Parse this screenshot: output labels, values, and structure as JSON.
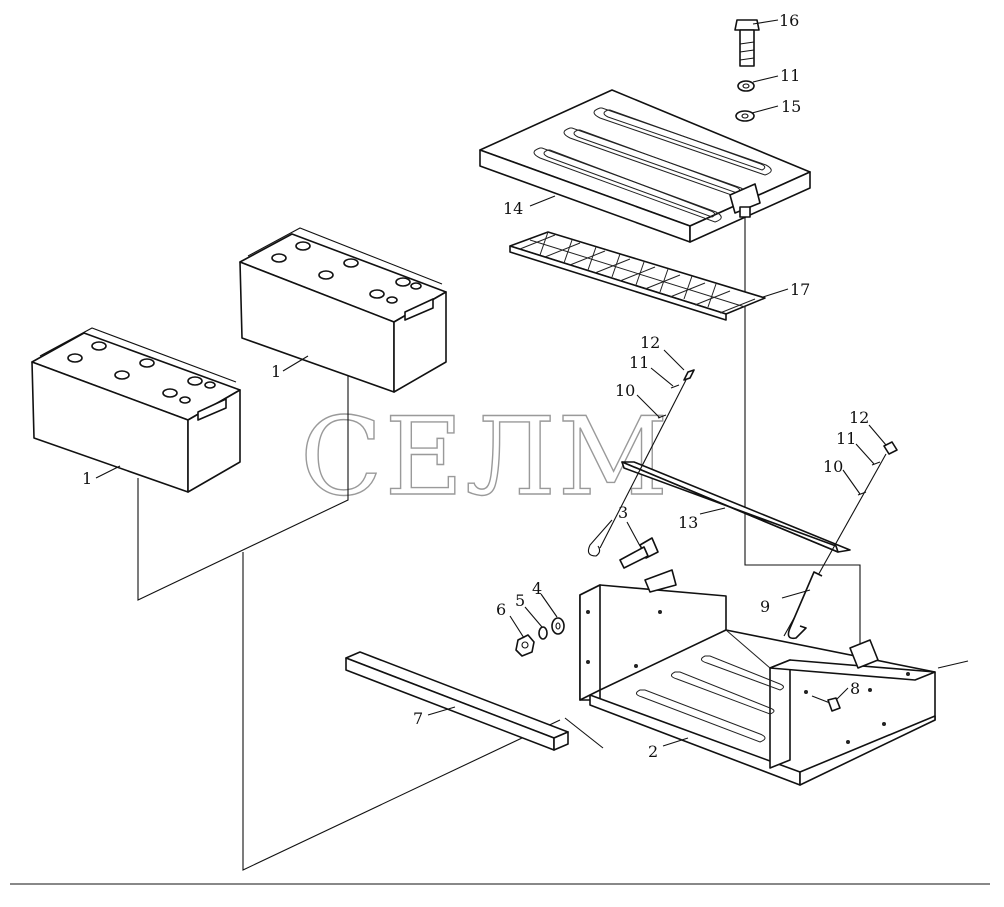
{
  "watermark": "СЕЛМ",
  "labels": {
    "p1a": "1",
    "p1b": "1",
    "p2": "2",
    "p3": "3",
    "p4": "4",
    "p5": "5",
    "p6": "6",
    "p7": "7",
    "p8": "8",
    "p9": "9",
    "p10a": "10",
    "p10b": "10",
    "p11a": "11",
    "p11b": "11",
    "p11c": "11",
    "p12a": "12",
    "p12b": "12",
    "p13": "13",
    "p14": "14",
    "p15": "15",
    "p16": "16",
    "p17": "17"
  },
  "colors": {
    "line": "#111111",
    "watermark": "#9a9a9a",
    "background": "#ffffff"
  }
}
